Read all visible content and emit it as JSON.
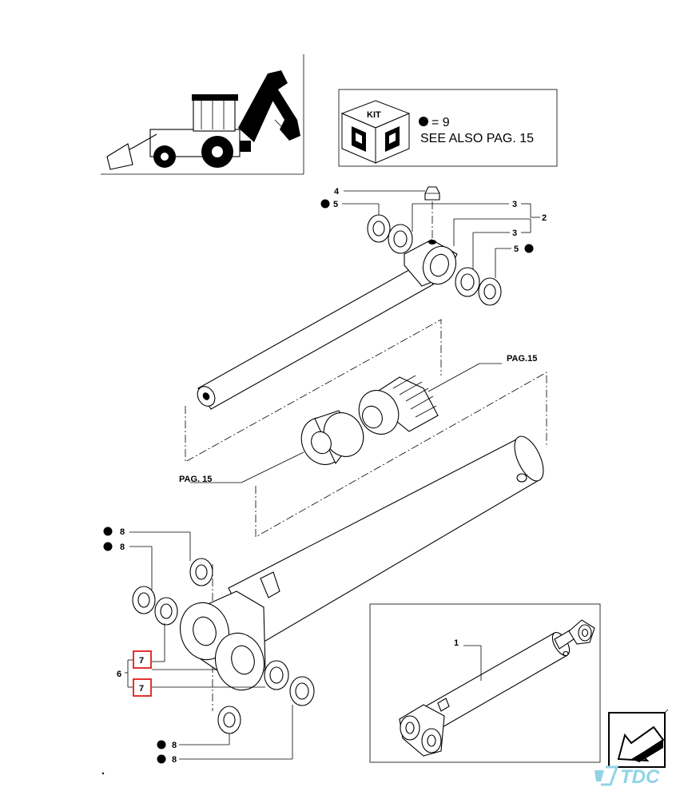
{
  "kit_box": {
    "kit_word": "KIT",
    "legend": "= 9",
    "note": "SEE ALSO PAG. 15"
  },
  "callouts": {
    "c4": "4",
    "c5a": "5",
    "c3a": "3",
    "c2": "2",
    "c3b": "3",
    "c5b": "5",
    "pag15_top": "PAG.15",
    "pag15_left": "PAG. 15",
    "c8a": "8",
    "c8b": "8",
    "c7a": "7",
    "c6": "6",
    "c7b": "7",
    "c8c": "8",
    "c8d": "8",
    "c1": "1"
  },
  "watermark": "TDC",
  "colors": {
    "highlight": "#e21c1c",
    "watermark": "#8fd4e6"
  }
}
